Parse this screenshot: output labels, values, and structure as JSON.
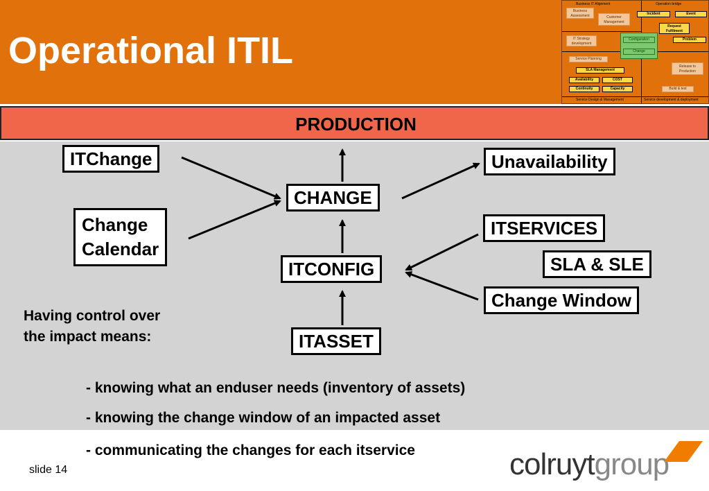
{
  "slide": {
    "title": "Operational ITIL",
    "banner": "PRODUCTION",
    "number_label": "slide 14"
  },
  "diagram": {
    "boxes": {
      "itchange": "ITChange",
      "change_calendar_l1": "Change",
      "change_calendar_l2": "Calendar",
      "change": "CHANGE",
      "unavailability": "Unavailability",
      "itservices": "ITSERVICES",
      "sla_sle": "SLA & SLE",
      "itconfig": "ITCONFIG",
      "change_window": "Change Window",
      "itasset": "ITASSET"
    },
    "intro_l1": "Having control over",
    "intro_l2": "the impact means:",
    "bullets": [
      "- knowing what an enduser needs (inventory of assets)",
      "- knowing the change window of an impacted asset",
      "- communicating the changes for each itservice"
    ]
  },
  "thumbnail": {
    "business_it_alignment": "Business IT Alignment",
    "operation_bridge": "Operation bridge",
    "business_assessment_l1": "Business",
    "business_assessment_l2": "Assessment",
    "customer_management_l1": "Customer",
    "customer_management_l2": "Management",
    "incident": "Incident",
    "event": "Event",
    "request_fulfilment_l1": "Request",
    "request_fulfilment_l2": "Fulfilment",
    "it_strategy_l1": "IT Strategy",
    "it_strategy_l2": "development",
    "configuration": "Configuration",
    "change": "Change",
    "problem": "Problem",
    "service_planning": "Service Planning",
    "release_l1": "Release to",
    "release_l2": "Production",
    "sla_management": "SLA Management",
    "availability": "Availability",
    "cost": "COST",
    "continuity": "Continuity",
    "capacity": "Capacity",
    "build_test": "Build & test",
    "service_design": "Service Design & Management",
    "service_development": "Service development & deployment"
  },
  "logo": {
    "part1": "colruyt",
    "part2": "group",
    "accent_color": "#f07d00"
  },
  "colors": {
    "header": "#e1720b",
    "banner": "#f0664b",
    "canvas": "#d3d3d3"
  }
}
